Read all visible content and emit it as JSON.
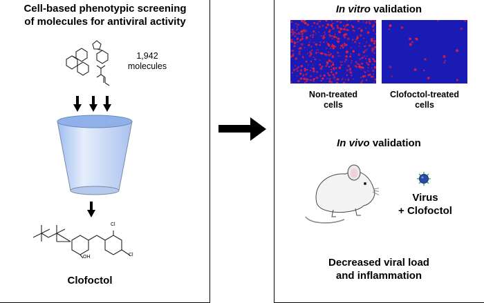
{
  "left": {
    "title_line1": "Cell-based phenotypic screening",
    "title_line2": "of molecules for antiviral activity",
    "molecule_count": "1,942",
    "molecule_unit": "molecules",
    "compound_name": "Clofoctol",
    "chem_labels": {
      "cl_top": "Cl",
      "cl_bottom": "Cl",
      "oh": "OH"
    }
  },
  "right": {
    "in_vitro_italic": "In vitro",
    "in_vitro_rest": " validation",
    "non_treated_line1": "Non-treated",
    "non_treated_line2": "cells",
    "treated_line1": "Clofoctol-treated",
    "treated_line2": "cells",
    "in_vivo_italic": "In vivo",
    "in_vivo_rest": " validation",
    "virus_line1": "Virus",
    "virus_line2": "+ Clofoctol",
    "result_line1": "Decreased viral load",
    "result_line2": "and inflammation"
  },
  "colors": {
    "micrograph_background": "#1a1ab4",
    "infected_cell_red": "#e8203a",
    "funnel_fill": "#c8d9f5",
    "funnel_rim": "#8fb0e8",
    "virus_blue": "#2c4aa8",
    "virus_spike": "#3aa86a"
  },
  "icons": [
    "down-arrow-icon",
    "right-arrow-icon",
    "funnel-icon",
    "mouse-icon",
    "virus-icon"
  ]
}
